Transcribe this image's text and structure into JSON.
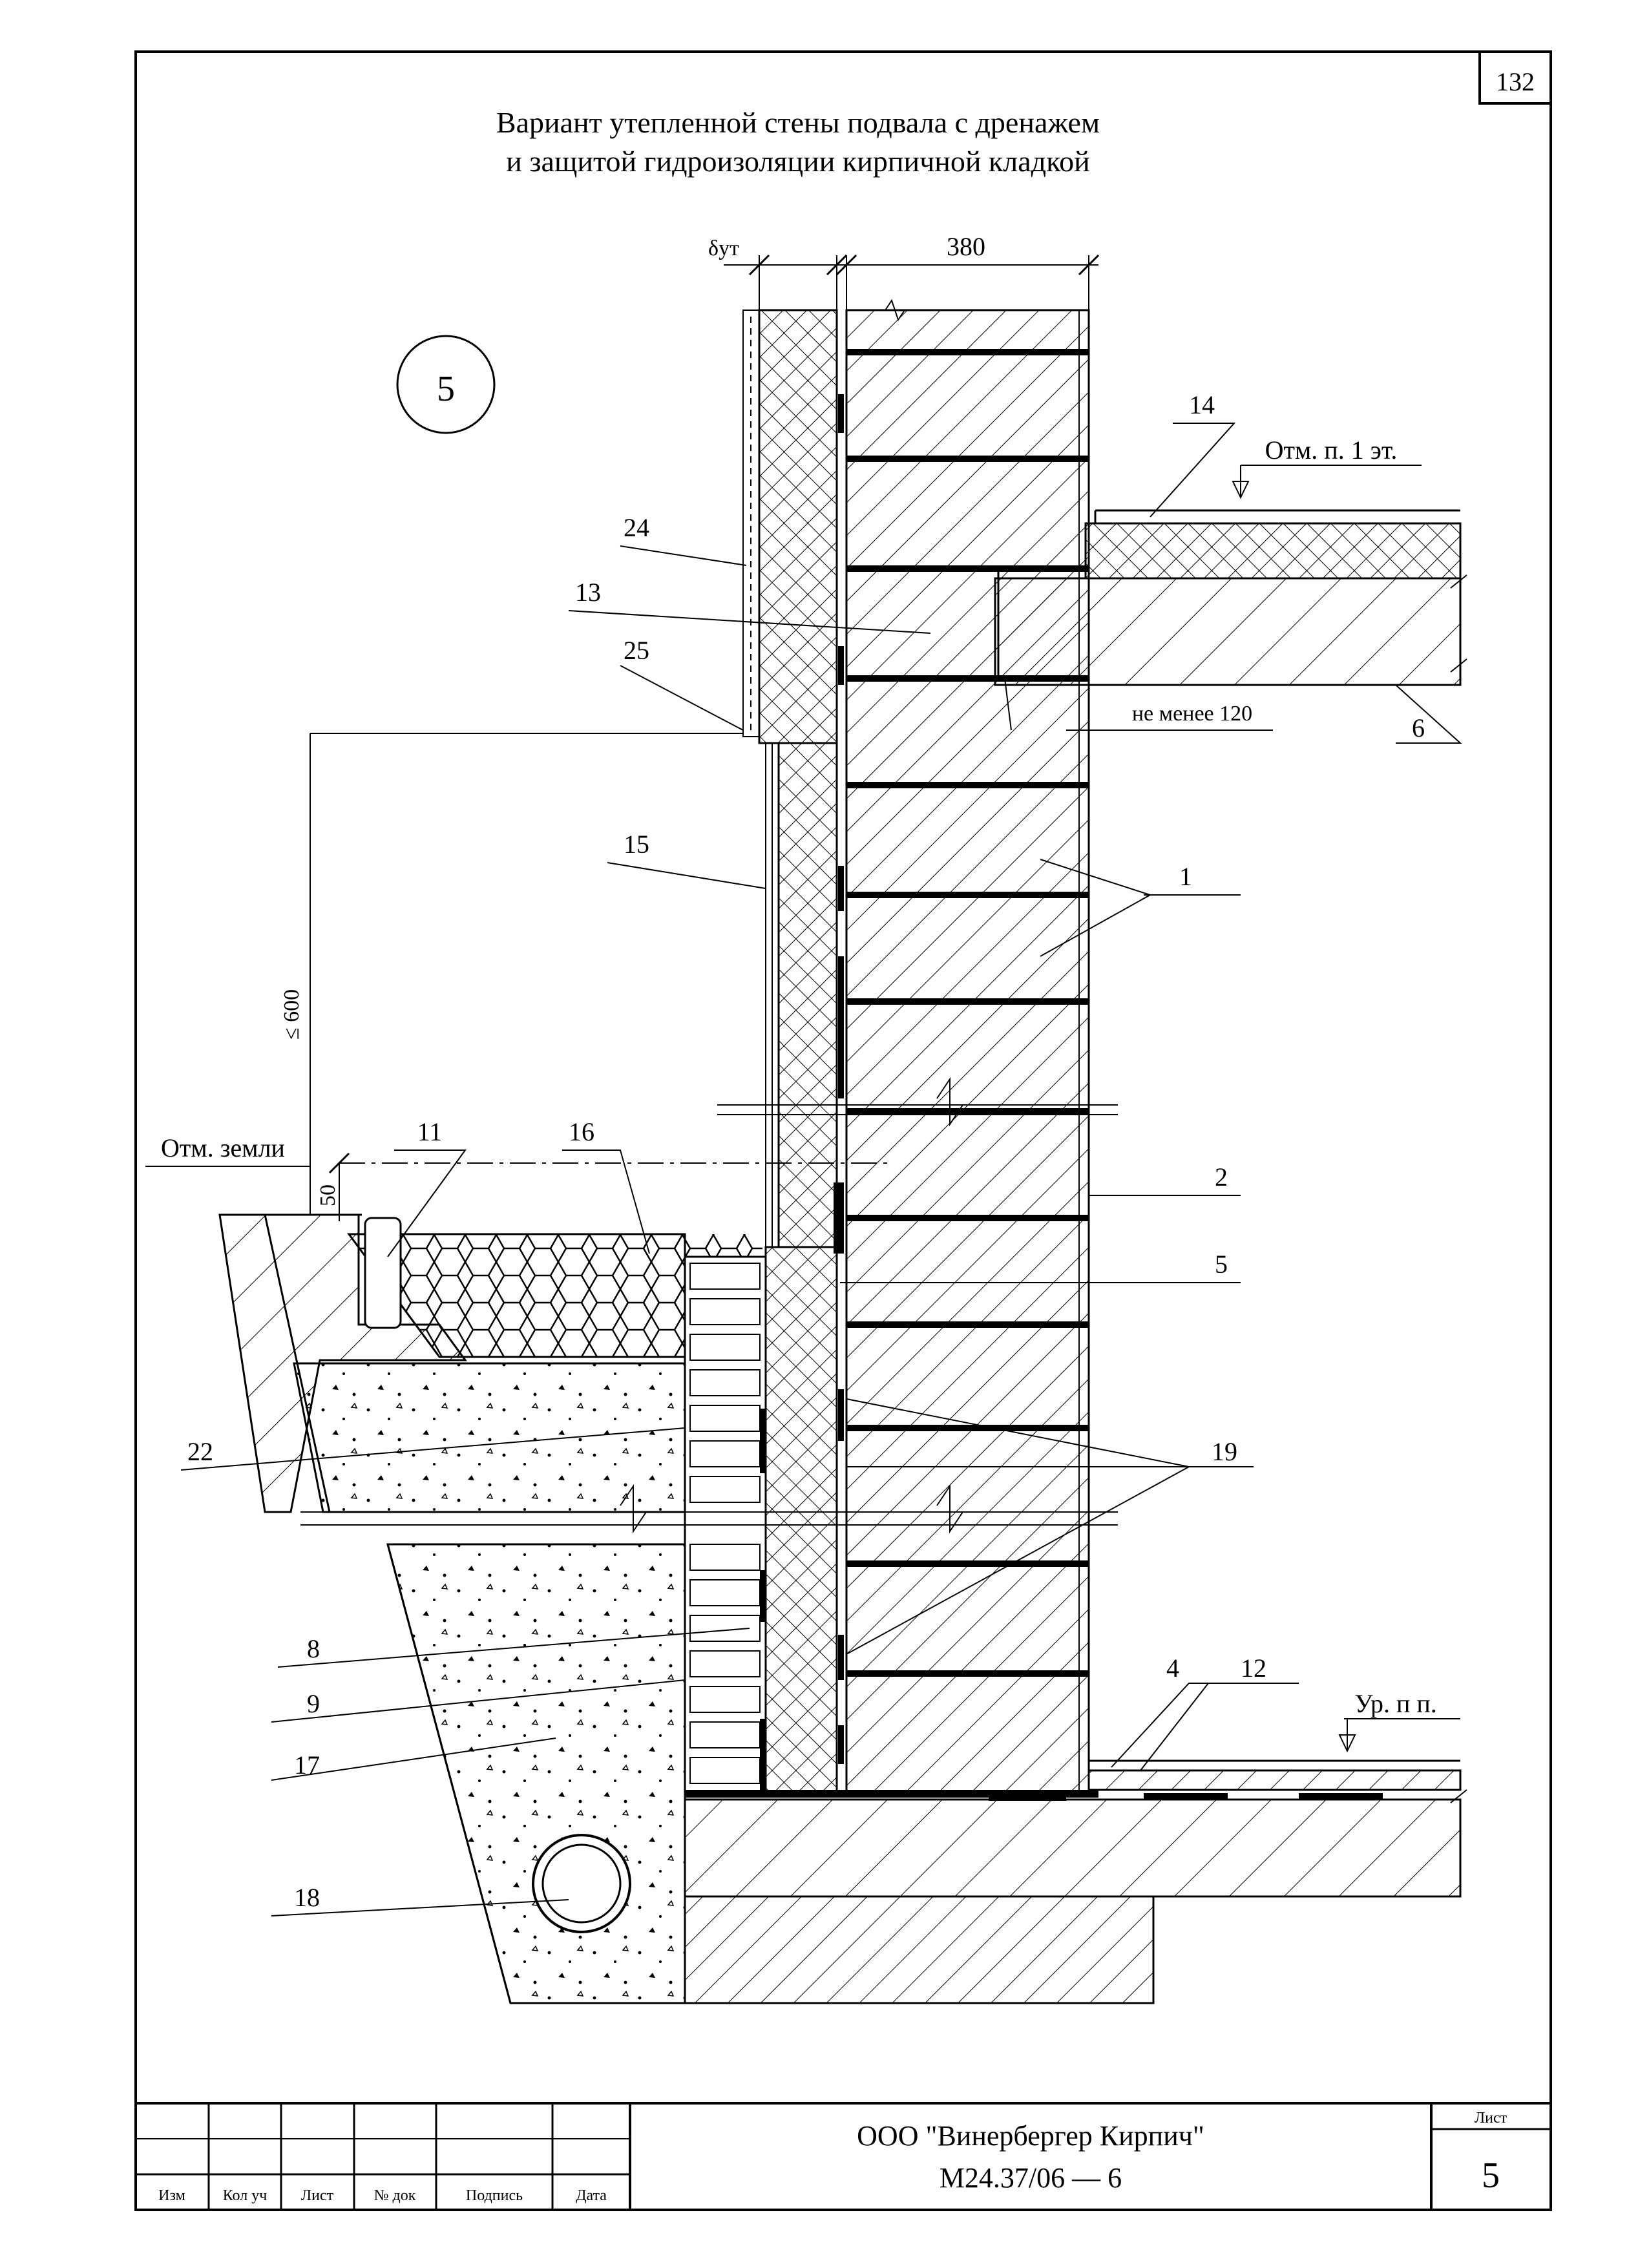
{
  "page_number": "132",
  "title": {
    "line1": "Вариант утепленной стены подвала с дренажем",
    "line2": "и защитой гидроизоляции кирпичной кладкой"
  },
  "detail_number": "5",
  "dimensions": {
    "insulation_thickness": "δут",
    "wall_thickness": "380",
    "min_support": "не менее 120",
    "height_limit": "≤ 600",
    "ground_offset": "50"
  },
  "levels": {
    "first_floor": "Отм. п. 1 эт.",
    "ground": "Отм. земли",
    "basement_floor": "Ур. п п."
  },
  "callouts": {
    "c1": "1",
    "c2": "2",
    "c4": "4",
    "c5": "5",
    "c6": "6",
    "c8": "8",
    "c9": "9",
    "c11": "11",
    "c12": "12",
    "c13": "13",
    "c14": "14",
    "c15": "15",
    "c16": "16",
    "c17": "17",
    "c18": "18",
    "c19": "19",
    "c22": "22",
    "c24": "24",
    "c25": "25"
  },
  "title_block": {
    "columns": [
      "Изм",
      "Кол уч",
      "Лист",
      "№ док",
      "Подпись",
      "Дата"
    ],
    "company": "ООО \"Винербергер Кирпич\"",
    "document": "М24.37/06 — 6",
    "sheet_label": "Лист",
    "sheet_number": "5"
  }
}
